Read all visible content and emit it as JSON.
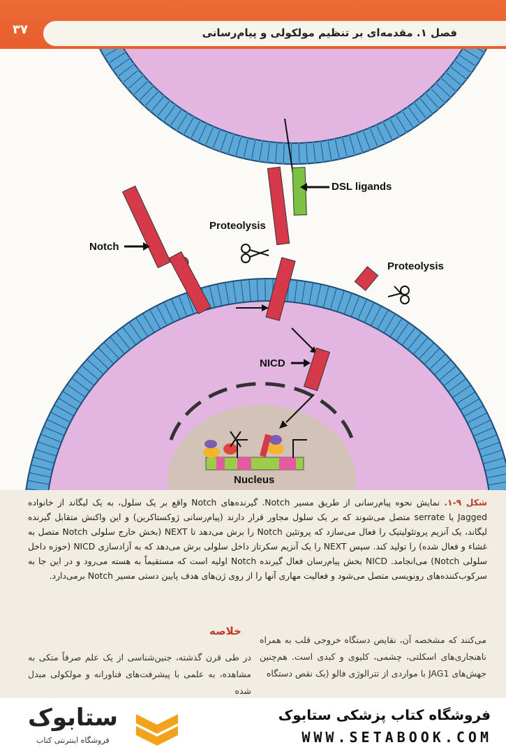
{
  "header": {
    "page_number": "۳۷",
    "chapter_title": "فصل ۱. مقدمه‌ای بر تنظیم مولکولی و پیام‌رسانی"
  },
  "figure": {
    "labels": {
      "dsl": "DSL ligands",
      "proteolysis_top": "Proteolysis",
      "proteolysis_right": "Proteolysis",
      "notch": "Notch",
      "nicd": "NICD",
      "nucleus": "Nucleus"
    },
    "colors": {
      "membrane": "#5aa7d8",
      "cytoplasm": "#e2b6e0",
      "receptor": "#d63a4a",
      "ligand": "#7cc242",
      "nucleus": "#d2c2b8"
    }
  },
  "caption": {
    "label": "شکل ۹-۱.",
    "text": " نمایش نحوه پیام‌رسانی از طریق مسیر Notch. گیرنده‌های Notch واقع بر یک سلول، به یک لیگاند از خانواده Jagged یا serrate متصل می‌شوند که بر یک سلول مجاور قرار دارند (پیام‌رسانی ژوکستاکرین) و این واکنش متقابل گیرنده لیگاند، یک آنزیم پروتئولیتیک را فعال می‌سازد که پروتئین Notch را برش می‌دهد تا NEXT (بخش خارج سلولی Notch متصل به غشاء و فعال شده) را تولید کند. سپس NEXT را یک آنزیم سکرتاز داخل سلولی برش می‌دهد که به آزادسازی NICD (حوزه داخل سلولی Notch) می‌انجامد. NICD بخش پیام‌رسان فعال گیرنده Notch اولیه است که مستقیماً به هسته می‌رود و در این جا به سرکوب‌کننده‌های رونویسی متصل می‌شود و فعالیت مهاری آنها را از روی ژن‌های هدف پایین دستی مسیر Notch برمی‌دارد."
  },
  "summary": {
    "title": "خلاصه",
    "right_col": "می‌کنند که مشخصه آن، نقایص دستگاه خروجی قلب به همراه ناهنجاری‌های اسکلتی، چشمی، کلیوی و کبدی است. هم‌چنین جهش‌های JAG1 با مواردی از تترالوژی فالو (یک نقص دستگاه",
    "left_col": "در طی قرن گذشته، جنین‌شناسی از یک علم صرفاً متکی به مشاهده، به علمی با پیشرفت‌های فناورانه و مولکولی مبدل شده"
  },
  "footer": {
    "shop_name": "فروشگاه کتاب پزشکی ستابوک",
    "website": "WWW.SETABOOK.COM",
    "logo_text": "ستابوک",
    "logo_sub": "فروشگاه اینترنتی کتاب"
  }
}
